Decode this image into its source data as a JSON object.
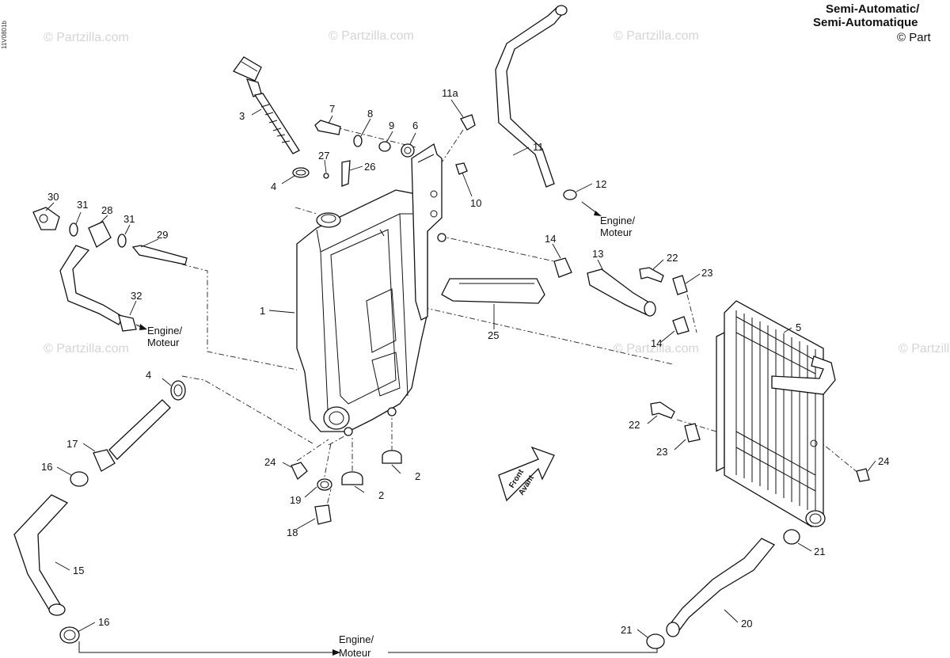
{
  "header": {
    "line1": "Semi-Automatic/",
    "line2": "Semi-Automatique",
    "copyright": "© Part"
  },
  "watermark": "© Partzilla.com",
  "drawing_code": "11V0801b",
  "front_arrow": {
    "line1": "Front",
    "line2": "Avant"
  },
  "destinations": [
    {
      "id": "engine-hose11",
      "line1": "Engine/",
      "line2": "Moteur"
    },
    {
      "id": "engine-fitting32",
      "line1": "Engine/",
      "line2": "Moteur"
    },
    {
      "id": "engine-bottom",
      "line1": "Engine/",
      "line2": "Moteur"
    }
  ],
  "callouts": [
    "1",
    "2",
    "2",
    "3",
    "4",
    "4",
    "5",
    "6",
    "7",
    "8",
    "9",
    "10",
    "11",
    "11a",
    "12",
    "13",
    "14",
    "14",
    "15",
    "16",
    "16",
    "17",
    "18",
    "19",
    "20",
    "21",
    "21",
    "22",
    "22",
    "23",
    "23",
    "24",
    "24",
    "25",
    "26",
    "27",
    "28",
    "29",
    "30",
    "31",
    "31",
    "32"
  ]
}
